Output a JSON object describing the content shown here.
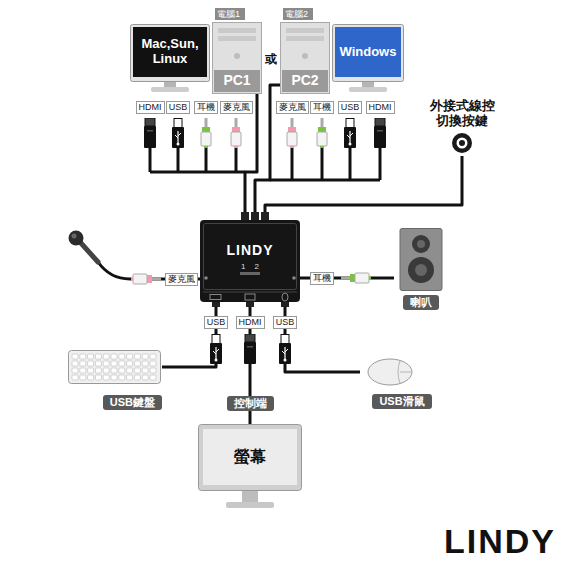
{
  "diagram": {
    "nodes": [
      {
        "text": [
          "Mac,Sun, Linux"
        ]
      },
      {
        "text": [
          "電腦1",
          "PC1"
        ]
      },
      {
        "text": [
          "電腦2",
          "PC2"
        ]
      },
      {
        "text": [
          "Windows"
        ]
      },
      {
        "text": [
          "外接式線控 切換按鍵"
        ]
      },
      {
        "text": [
          "LINDY",
          "1",
          "2"
        ]
      },
      {
        "text": [
          "喇叭"
        ]
      },
      {
        "text": [
          "USB鍵盤"
        ]
      },
      {
        "text": [
          "螢幕"
        ]
      },
      {
        "text": [
          "USB滑鼠"
        ]
      }
    ],
    "edges": [
      {
        "from": 1,
        "to": 5,
        "arrow": "none"
      },
      {
        "from": 2,
        "to": 5,
        "arrow": "none"
      },
      {
        "from": 4,
        "to": 5,
        "arrow": "none"
      },
      {
        "from": 5,
        "to": 6,
        "arrow": "none"
      },
      {
        "from": 5,
        "to": 7,
        "arrow": "none"
      },
      {
        "from": 5,
        "to": 8,
        "label": "控制端",
        "arrow": "none"
      },
      {
        "from": 5,
        "to": 9,
        "arrow": "none"
      }
    ],
    "labels": [
      "或",
      "HDMI",
      "USB",
      "耳機",
      "麥克風",
      "麥克風",
      "耳機",
      "USB",
      "HDMI",
      "麥克風",
      "耳機",
      "USB",
      "HDMI",
      "USB",
      "LINDY"
    ]
  }
}
